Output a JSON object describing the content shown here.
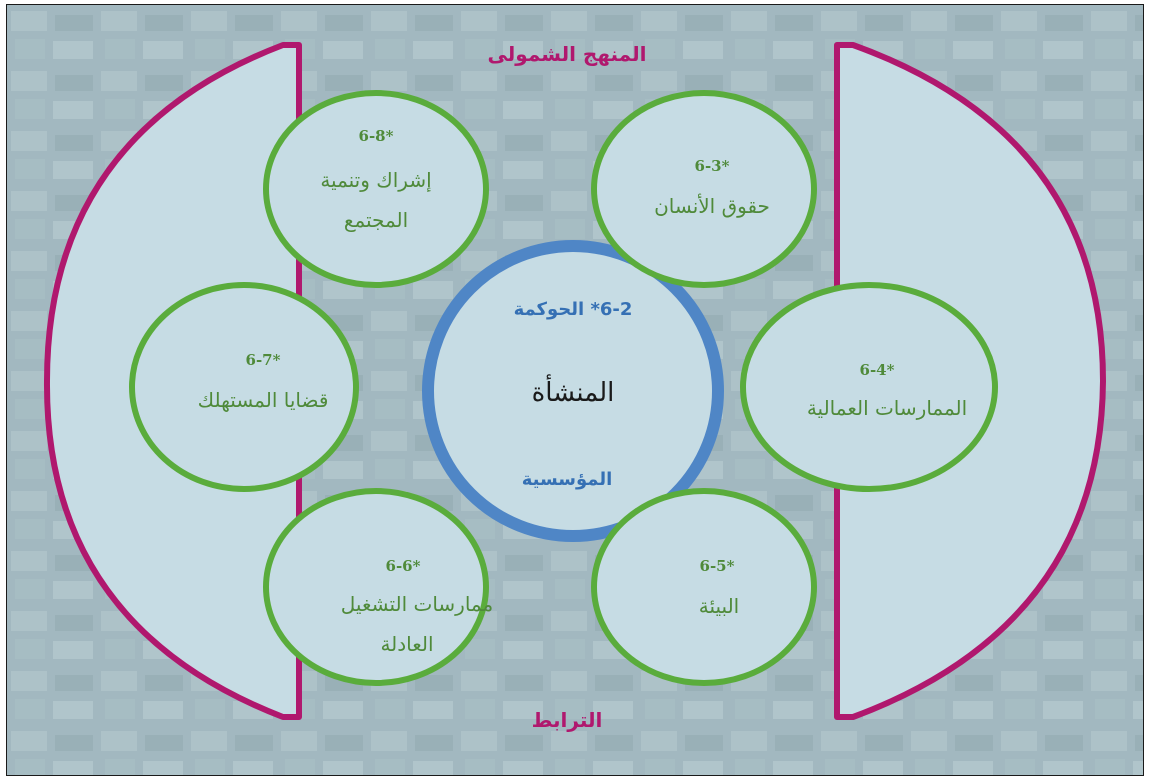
{
  "diagram": {
    "top_label": "المنهج الشمولى",
    "bottom_label": "الترابط",
    "center": {
      "title": "المنشأة",
      "governance_label": "6-2* الحوكمة",
      "org_label": "المؤسسية"
    },
    "topics": [
      {
        "id": "6-8",
        "number": "6-8*",
        "line1": "إشراك وتنمية",
        "line2": "المجتمع"
      },
      {
        "id": "6-3",
        "number": "6-3*",
        "line1": "حقوق الأنسان",
        "line2": ""
      },
      {
        "id": "6-7",
        "number": "6-7*",
        "line1": "قضايا المستهلك",
        "line2": ""
      },
      {
        "id": "6-4",
        "number": "6-4*",
        "line1": "الممارسات العمالية",
        "line2": ""
      },
      {
        "id": "6-6",
        "number": "6-6*",
        "line1": "ممارسات التشغيل",
        "line2": "العادلة"
      },
      {
        "id": "6-5",
        "number": "6-5*",
        "line1": "البيئة",
        "line2": ""
      }
    ]
  },
  "colors": {
    "background": "#9fb5bd",
    "shape_fill": "#c6dce4",
    "magenta": "#b0186e",
    "green": "#5aac3c",
    "blue": "#4f86c6",
    "green_text": "#4f8a3a",
    "blue_text": "#3570b4"
  }
}
